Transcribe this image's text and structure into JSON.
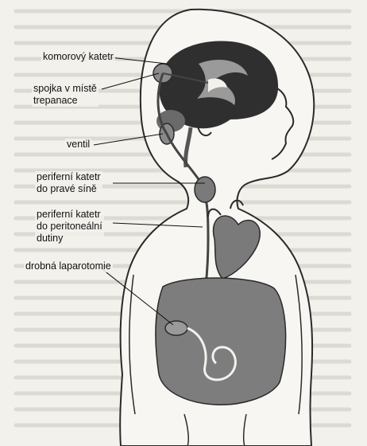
{
  "labels": {
    "ventricular_catheter": "komorový katetr",
    "junction_trepanation": "spojka v místě\ntrepanace",
    "valve": "ventil",
    "atrial_catheter": "periferní katetr\ndo pravé síně",
    "peritoneal_catheter": "periferní katetr\ndo peritoneální\ndutiny",
    "minilaparotomy": "drobná laparotomie"
  },
  "colors": {
    "paper": "#f2f1ec",
    "outline": "#2a2a2a",
    "brain": "#2f2f2f",
    "organ": "#7a7a7a",
    "shade": "#9a9a9a"
  }
}
